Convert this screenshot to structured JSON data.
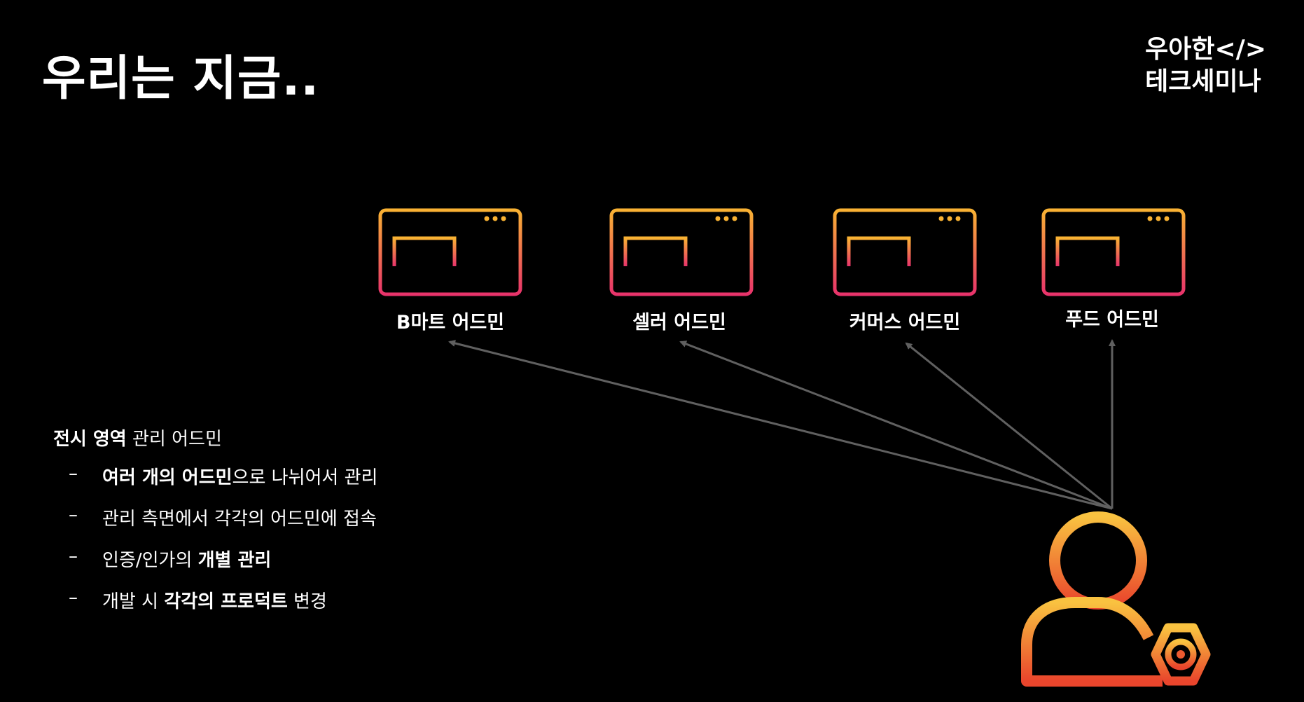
{
  "slide": {
    "title": "우리는 지금.."
  },
  "logo": {
    "line1": "우아한</>",
    "line2": "테크세미나"
  },
  "admins": [
    {
      "label": "B마트 어드민"
    },
    {
      "label": "셀러 어드민"
    },
    {
      "label": "커머스 어드민"
    },
    {
      "label": "푸드 어드민"
    }
  ],
  "notes": {
    "heading_bold": "전시 영역",
    "heading_rest": " 관리 어드민",
    "items": [
      {
        "dash": "–",
        "bold": "여러 개의 어드민",
        "rest": "으로 나뉘어서 관리",
        "bold_first": true
      },
      {
        "dash": "–",
        "pre": "관리 측면에서 각각의 어드민에 접속"
      },
      {
        "dash": "–",
        "pre": "인증/인가의 ",
        "bold": "개별 관리"
      },
      {
        "dash": "–",
        "pre": "개발 시 ",
        "bold": "각각의 프로덕트",
        "rest": " 변경"
      }
    ]
  },
  "colors": {
    "grad_top": "#f9b233",
    "grad_bottom": "#e8336b",
    "user_top": "#f9c240",
    "user_bottom": "#e9452c",
    "arrow": "#606060"
  }
}
